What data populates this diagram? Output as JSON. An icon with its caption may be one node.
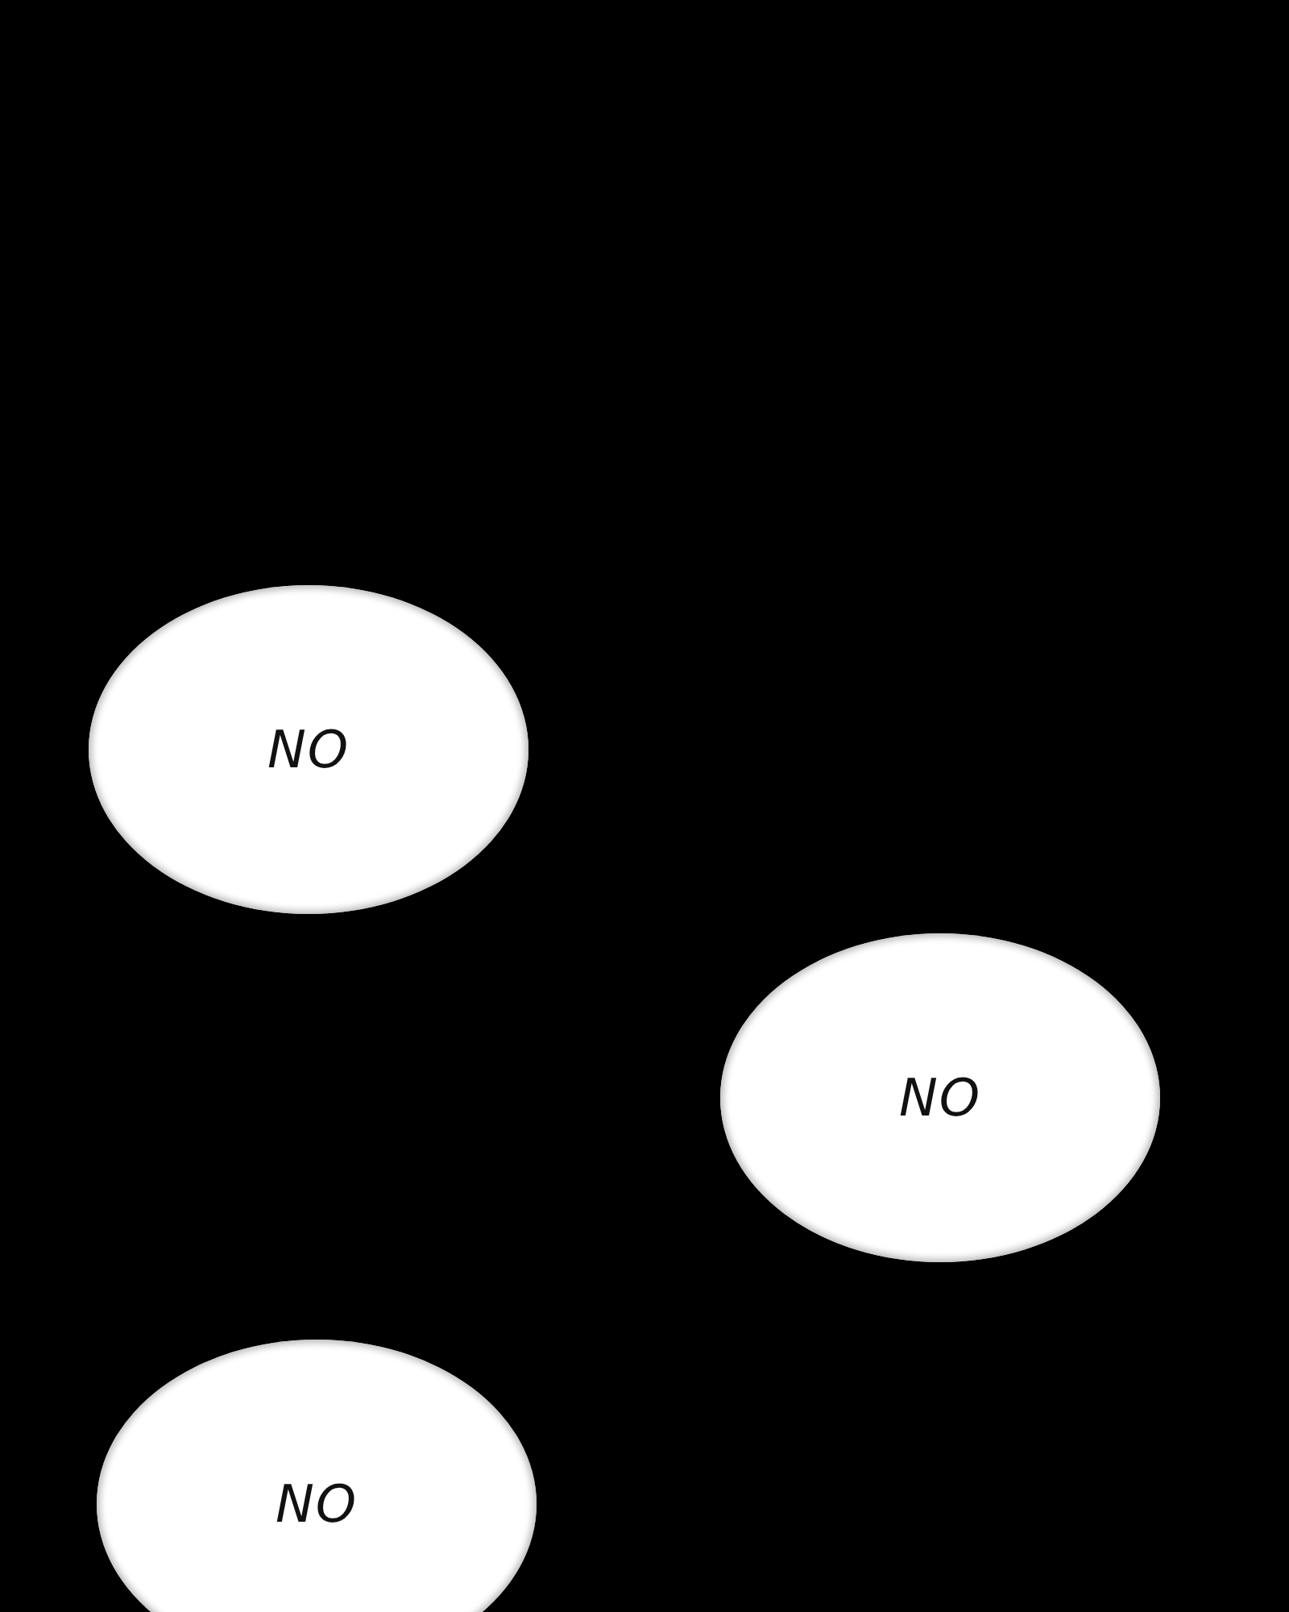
{
  "diagram": {
    "nodes": [
      {
        "text": [
          "NO"
        ]
      },
      {
        "text": [
          "NO"
        ]
      },
      {
        "text": [
          "NO"
        ]
      }
    ]
  }
}
